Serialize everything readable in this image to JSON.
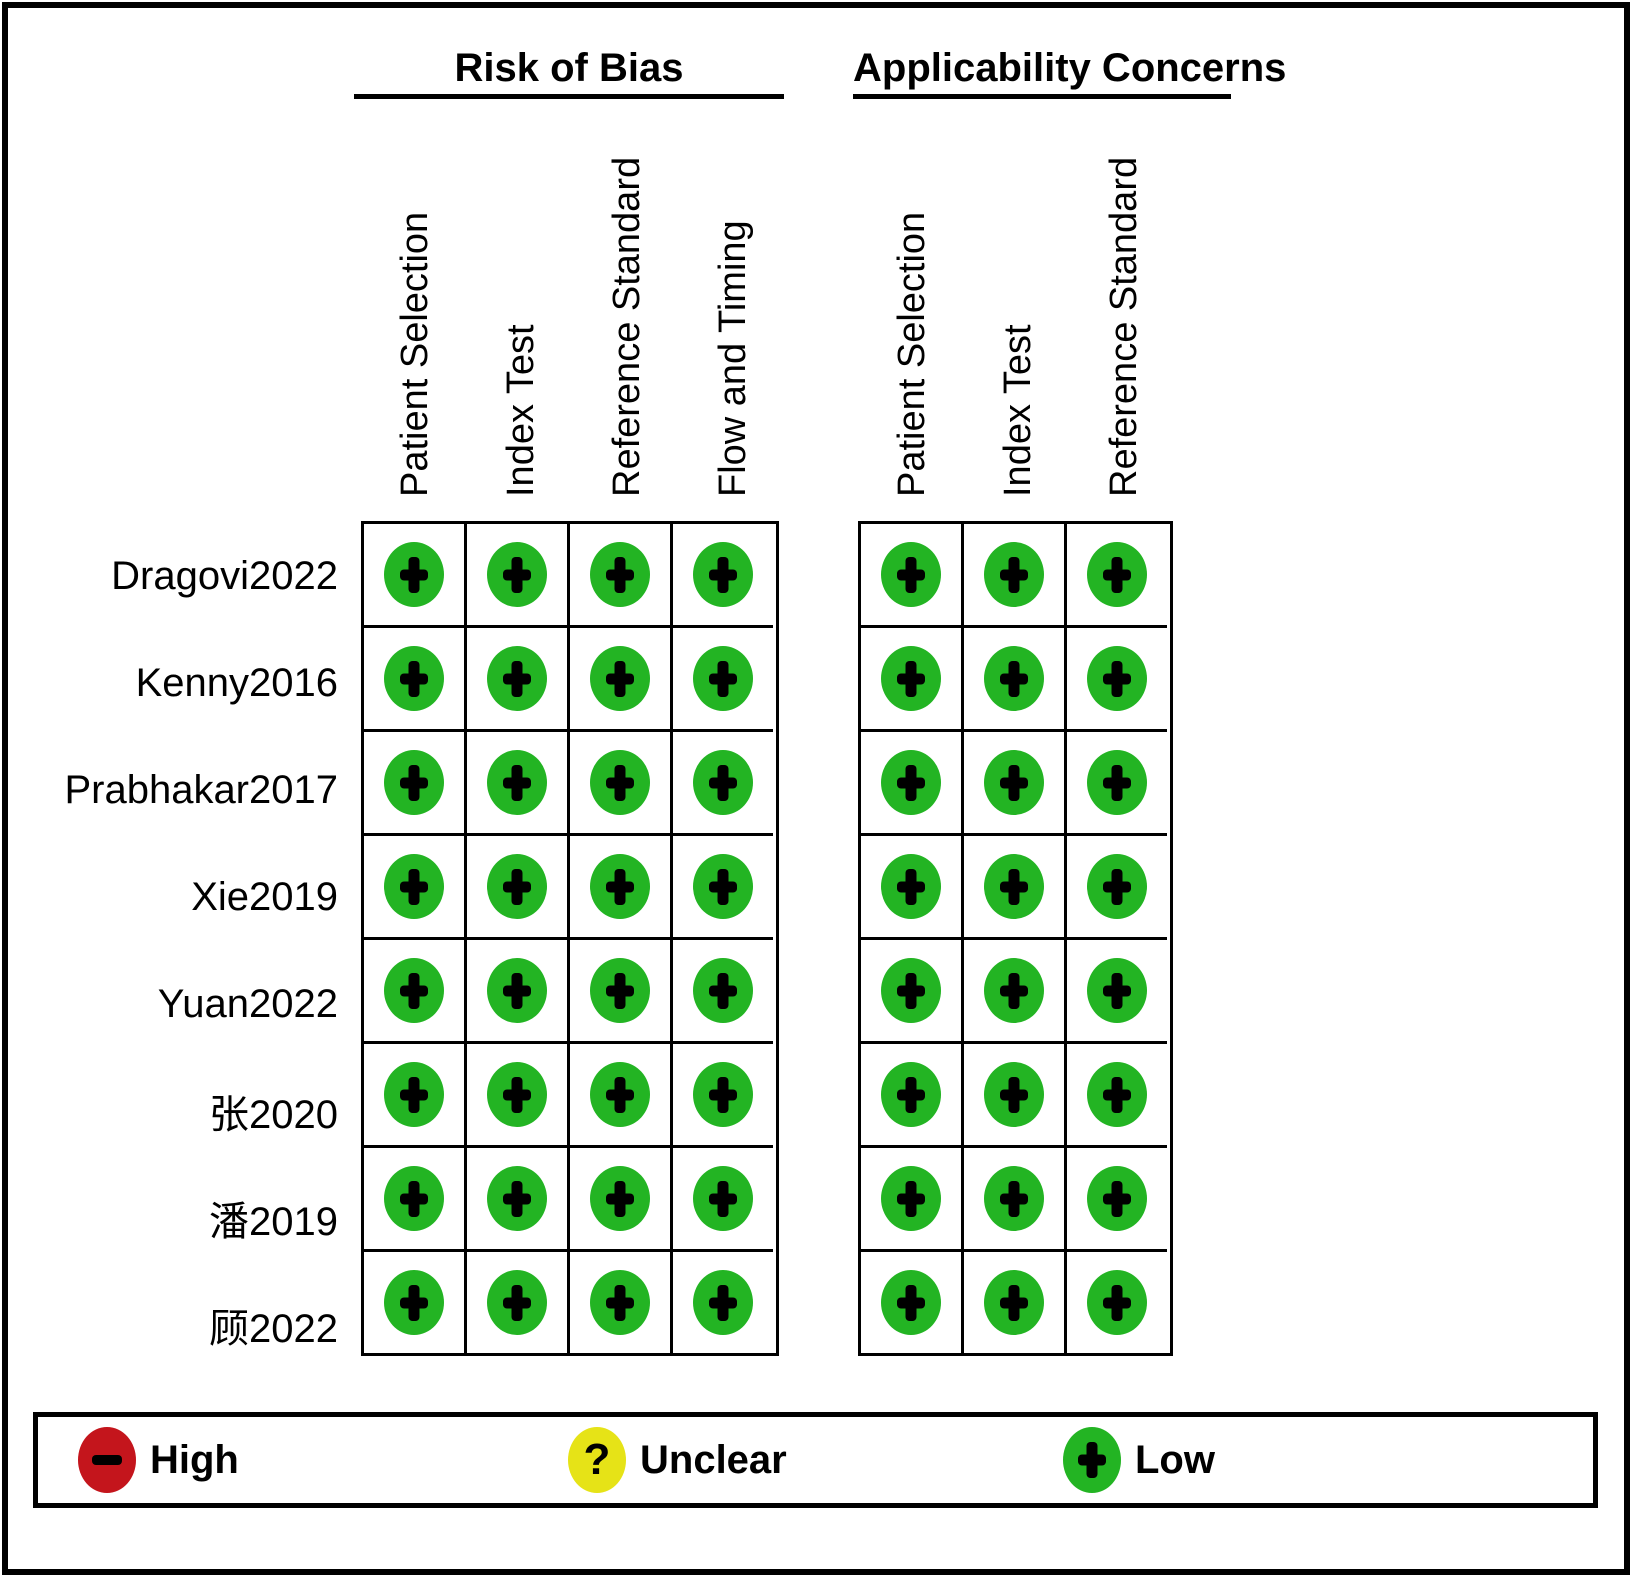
{
  "chart_data": {
    "type": "table",
    "column_groups": [
      {
        "title": "Risk of Bias",
        "columns": [
          "Patient Selection",
          "Index Test",
          "Reference Standard",
          "Flow and Timing"
        ]
      },
      {
        "title": "Applicability Concerns",
        "columns": [
          "Patient Selection",
          "Index Test",
          "Reference Standard"
        ]
      }
    ],
    "rows": [
      {
        "study": "Dragovi2022",
        "risk_of_bias": [
          "Low",
          "Low",
          "Low",
          "Low"
        ],
        "applicability_concerns": [
          "Low",
          "Low",
          "Low"
        ]
      },
      {
        "study": "Kenny2016",
        "risk_of_bias": [
          "Low",
          "Low",
          "Low",
          "Low"
        ],
        "applicability_concerns": [
          "Low",
          "Low",
          "Low"
        ]
      },
      {
        "study": "Prabhakar2017",
        "risk_of_bias": [
          "Low",
          "Low",
          "Low",
          "Low"
        ],
        "applicability_concerns": [
          "Low",
          "Low",
          "Low"
        ]
      },
      {
        "study": "Xie2019",
        "risk_of_bias": [
          "Low",
          "Low",
          "Low",
          "Low"
        ],
        "applicability_concerns": [
          "Low",
          "Low",
          "Low"
        ]
      },
      {
        "study": "Yuan2022",
        "risk_of_bias": [
          "Low",
          "Low",
          "Low",
          "Low"
        ],
        "applicability_concerns": [
          "Low",
          "Low",
          "Low"
        ]
      },
      {
        "study": "张2020",
        "risk_of_bias": [
          "Low",
          "Low",
          "Low",
          "Low"
        ],
        "applicability_concerns": [
          "Low",
          "Low",
          "Low"
        ]
      },
      {
        "study": "潘2019",
        "risk_of_bias": [
          "Low",
          "Low",
          "Low",
          "Low"
        ],
        "applicability_concerns": [
          "Low",
          "Low",
          "Low"
        ]
      },
      {
        "study": "顾2022",
        "risk_of_bias": [
          "Low",
          "Low",
          "Low",
          "Low"
        ],
        "applicability_concerns": [
          "Low",
          "Low",
          "Low"
        ]
      }
    ],
    "legend": [
      {
        "label": "High",
        "judgement": "High",
        "symbol": "-",
        "color": "#C4151C"
      },
      {
        "label": "Unclear",
        "judgement": "Unclear",
        "symbol": "?",
        "color": "#E6E317"
      },
      {
        "label": "Low",
        "judgement": "Low",
        "symbol": "+",
        "color": "#23B423"
      }
    ]
  }
}
